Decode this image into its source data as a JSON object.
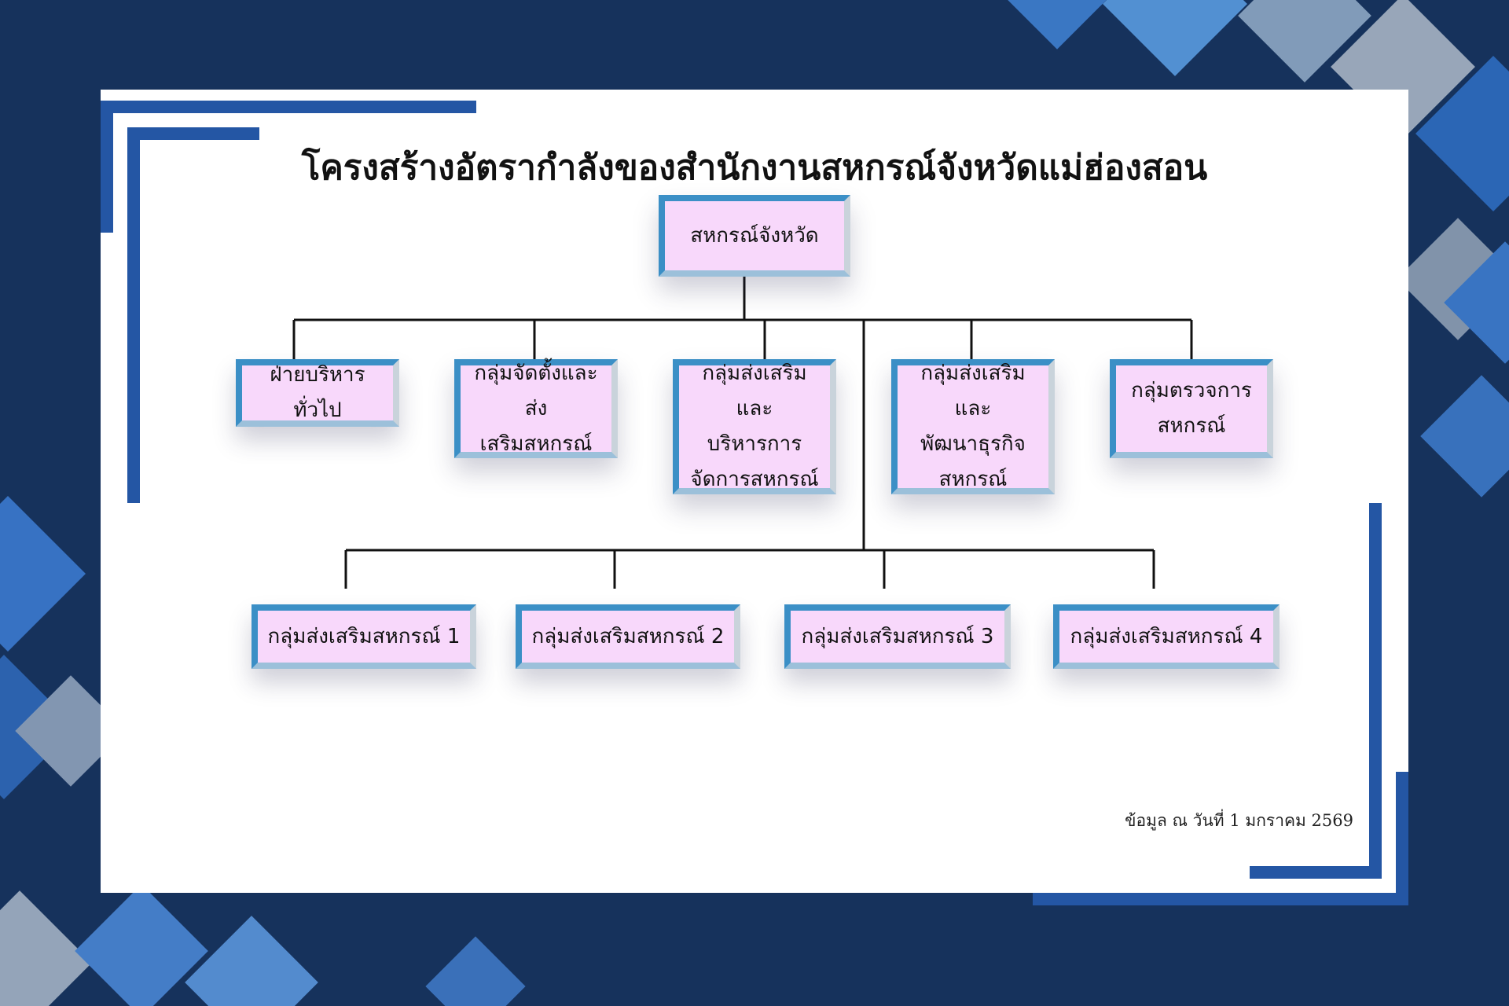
{
  "title": "โครงสร้างอัตรากำลังของสำนักงานสหกรณ์จังหวัดแม่ฮ่องสอน",
  "org_chart": {
    "root": {
      "label": "สหกรณ์จังหวัด"
    },
    "groups": [
      {
        "lines": [
          "ฝ่ายบริหารทั่วไป"
        ]
      },
      {
        "lines": [
          "กลุ่มจัดตั้งและส่ง",
          "เสริมสหกรณ์"
        ]
      },
      {
        "lines": [
          "กลุ่มส่งเสริมและ",
          "บริหารการ",
          "จัดการสหกรณ์"
        ]
      },
      {
        "lines": [
          "กลุ่มส่งเสริมและ",
          "พัฒนาธุรกิจ",
          "สหกรณ์"
        ]
      },
      {
        "lines": [
          "กลุ่มตรวจการ",
          "สหกรณ์"
        ]
      }
    ],
    "sub_groups": [
      {
        "label": "กลุ่มส่งเสริมสหกรณ์ 1"
      },
      {
        "label": "กลุ่มส่งเสริมสหกรณ์ 2"
      },
      {
        "label": "กลุ่มส่งเสริมสหกรณ์ 3"
      },
      {
        "label": "กลุ่มส่งเสริมสหกรณ์ 4"
      }
    ]
  },
  "footer": "ข้อมูล ณ วันที่  1 มกราคม 2569",
  "colors": {
    "background": "#16325c",
    "accent": "#2456a4",
    "box_fill": "#f8d8fb",
    "box_border": "#3b8fc6"
  }
}
